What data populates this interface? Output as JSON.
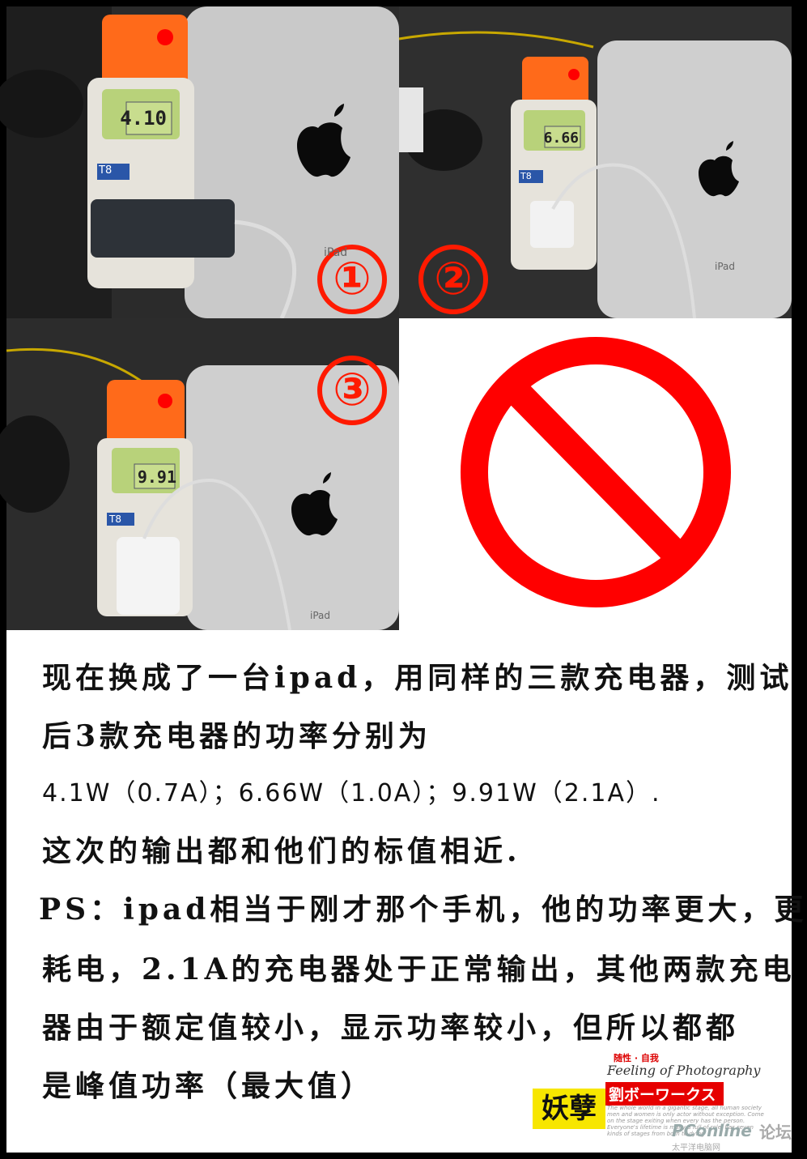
{
  "photos": [
    {
      "label": "①",
      "meter": "4.10",
      "brand": "iPad"
    },
    {
      "label": "②",
      "meter": "6.66",
      "brand": "iPad"
    },
    {
      "label": "③",
      "meter": "9.91",
      "brand": "iPad"
    }
  ],
  "meter_model": "T8",
  "text": {
    "line1": "现在换成了一台ipad，用同样的三款充电器，测试",
    "line2": "后3款充电器的功率分别为",
    "line3": "4.1W（0.7A）；6.66W（1.0A）；9.91W（2.1A）.",
    "line4": "这次的输出都和他们的标值相近.",
    "line5": "PS：ipad相当于刚才那个手机，他的功率更大，更",
    "line6": "耗电，2.1A的充电器处于正常输出，其他两款充电",
    "line7": "器由于额定值较小，显示功率较小，但所以都都",
    "line8": "是峰值功率（最大值）"
  },
  "signature": {
    "name": "妖孽",
    "tagline": "随性 · 自我",
    "feeling": "Feeling of Photography",
    "jp": "劉ボーワークス",
    "small": "The whole world in a gigantic stage, all human society men and women is only actor without exception. Come on the stage exiting when every has the person. Everyone's lifetime is many a full of role, has seven kinds of stages from born to dying"
  },
  "watermark": {
    "brand": "PConline",
    "cn": "太平洋电脑网",
    "forum": "论坛"
  },
  "colors": {
    "accent": "#ff1a00",
    "background": "#000000"
  }
}
